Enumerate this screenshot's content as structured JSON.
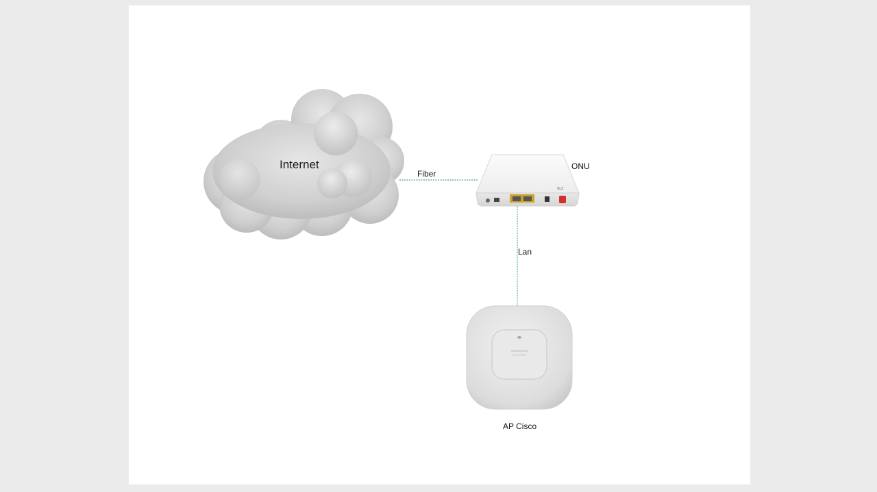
{
  "diagram": {
    "nodes": {
      "internet": {
        "label": "Internet",
        "icon": "cloud-icon"
      },
      "onu": {
        "label": "ONU",
        "icon": "onu-device-icon"
      },
      "ap": {
        "label": "AP Cisco",
        "icon": "access-point-icon"
      }
    },
    "links": {
      "fiber": {
        "label": "Fiber",
        "from": "internet",
        "to": "onu",
        "color": "#2e7d8a"
      },
      "lan": {
        "label": "Lan",
        "from": "onu",
        "to": "ap",
        "color": "#3aa655"
      }
    }
  }
}
